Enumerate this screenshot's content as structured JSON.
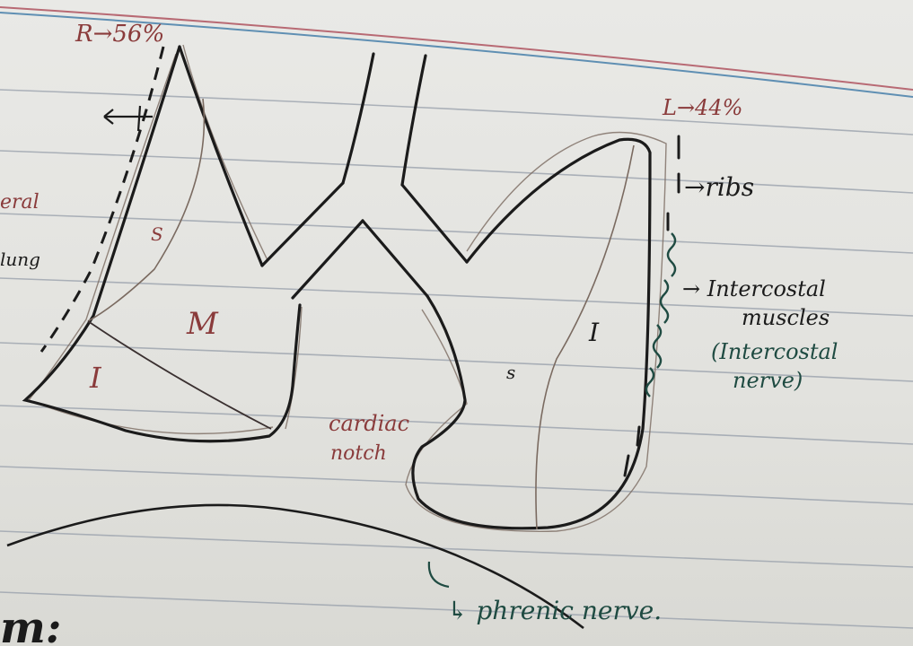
{
  "margin_note_top": "R→56%",
  "margin_note_left_1": "eral",
  "margin_note_left_2": "lung",
  "left_lung": {
    "lobe_upper": "S",
    "lobe_middle": "M",
    "lobe_lower": "I"
  },
  "right_lung": {
    "lobe_superior": "s",
    "lobe_inferior": "I",
    "top_note": "L→44%"
  },
  "cardiac_notch": [
    "cardiac",
    "notch"
  ],
  "ribs_label": "→ribs",
  "intercostal": {
    "muscles_line1": "→ Intercostal",
    "muscles_line2": "muscles",
    "nerve_line1": "(Intercostal",
    "nerve_line2": "nerve)"
  },
  "phrenic_nerve_label": "↳ phrenic nerve.",
  "bottom_heading": "m:",
  "colors": {
    "paper": "#e6e6e2",
    "rule_line": "#9fa6b0",
    "margin_red": "#b86a74",
    "margin_blue": "#5f8fb3",
    "ink_black": "#1b1b1b",
    "pencil": "#7a6a60",
    "ink_red": "#8a3b3b",
    "ink_green": "#1f4b42"
  }
}
